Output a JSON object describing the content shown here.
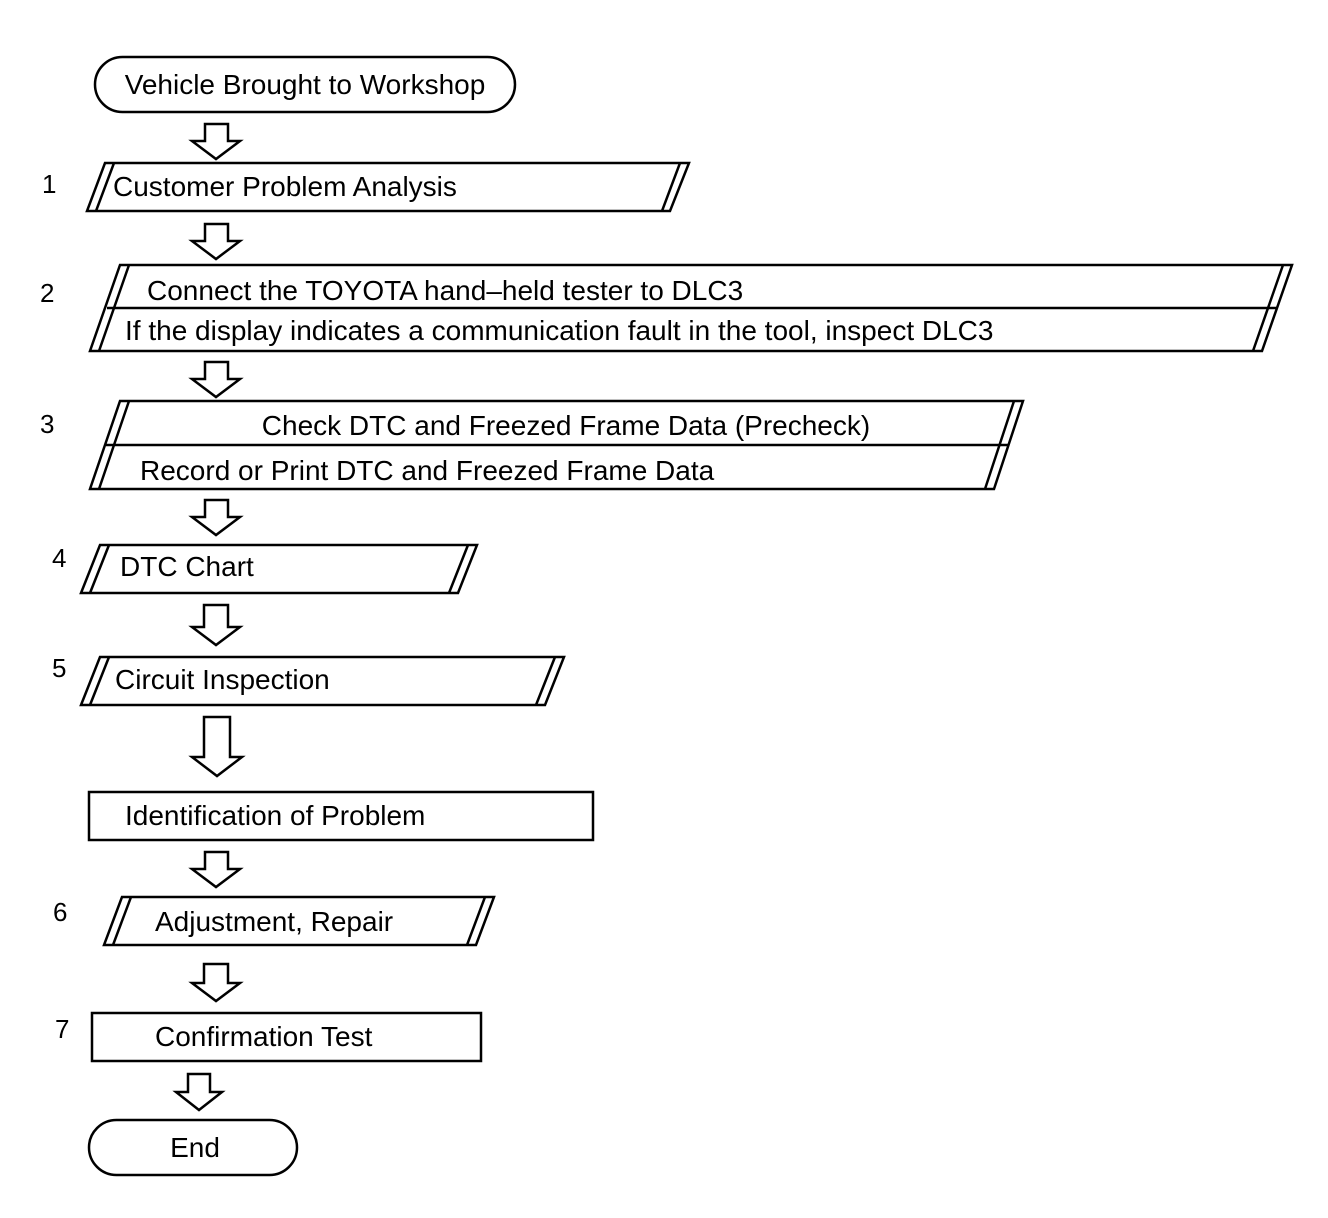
{
  "flowchart": {
    "start": "Vehicle Brought to Workshop",
    "steps": [
      {
        "number": "1",
        "lines": [
          "Customer Problem Analysis"
        ]
      },
      {
        "number": "2",
        "lines": [
          "Connect the TOYOTA hand–held tester to DLC3",
          "If the display indicates a communication fault in the tool, inspect DLC3"
        ]
      },
      {
        "number": "3",
        "lines": [
          "Check DTC and Freezed Frame Data (Precheck)",
          "Record or Print DTC and Freezed Frame Data"
        ]
      },
      {
        "number": "4",
        "lines": [
          "DTC Chart"
        ]
      },
      {
        "number": "5",
        "lines": [
          "Circuit Inspection"
        ]
      },
      {
        "number": "",
        "lines": [
          "Identification of Problem"
        ]
      },
      {
        "number": "6",
        "lines": [
          "Adjustment, Repair"
        ]
      },
      {
        "number": "7",
        "lines": [
          "Confirmation Test"
        ]
      }
    ],
    "end": "End"
  }
}
